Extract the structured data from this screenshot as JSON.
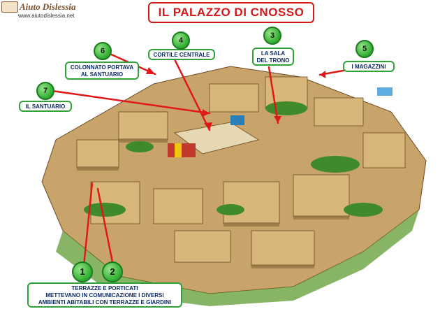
{
  "logo": {
    "title": "Aiuto Dislessia",
    "url": "www.aiutodislessia.net"
  },
  "title": "IL PALAZZO DI CNOSSO",
  "labels": {
    "cortile": "CORTILE CENTRALE",
    "sala_line1": "LA SALA",
    "sala_line2": "DEL TRONO",
    "magazzini": "I MAGAZZINI",
    "colonnato_line1": "COLONNATO PORTAVA",
    "colonnato_line2": "AL SANTUARIO",
    "santuario": "IL SANTUARIO",
    "terrazze_line1": "TERRAZZE E PORTICATI",
    "terrazze_line2": "METTEVANO IN COMUNICAZIONE I DIVERSI",
    "terrazze_line3": "AMBIENTI ABITABILI CON TERRAZZE E GIARDINI"
  },
  "markers": [
    "1",
    "2",
    "3",
    "4",
    "5",
    "6",
    "7"
  ],
  "colors": {
    "title_red": "#d21a1a",
    "label_green": "#2fa33a",
    "label_text": "#0b2a66",
    "arrow_red": "#e01818"
  }
}
